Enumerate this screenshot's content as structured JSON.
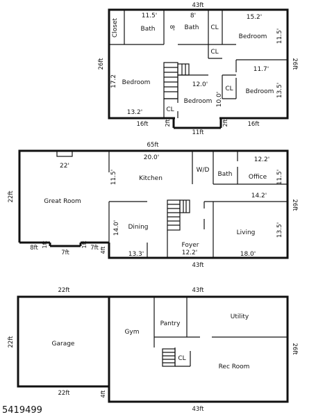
{
  "upper_floor": {
    "rooms": {
      "closet": "Closet",
      "bath_a": "Bath",
      "bath_b": "Bath",
      "bedroom_ne": "Bedroom",
      "bedroom_w": "Bedroom",
      "bedroom_c": "Bedroom",
      "bedroom_se": "Bedroom",
      "cl_1": "CL",
      "cl_2": "CL",
      "cl_3": "CL",
      "cl_4": "CL"
    },
    "dims": {
      "top": "43ft",
      "bath_a_w": "11.5'",
      "bath_b_w": "8'",
      "bath_a_d": "8'",
      "bedroom_ne_w": "15.2'",
      "bedroom_ne_d": "11.5'",
      "left": "26ft",
      "right": "26ft",
      "bedroom_w_d": "17.2",
      "bedroom_w_w": "13.2'",
      "bedroom_c_w": "12.0'",
      "bedroom_c_d": "10.0'",
      "bedroom_se_w": "11.7'",
      "bedroom_se_d": "13.5'",
      "bottom_left": "16ft",
      "bottom_mid": "11ft",
      "bottom_right": "16ft",
      "notch_l": "2ft",
      "notch_r": "2ft"
    }
  },
  "main_floor": {
    "rooms": {
      "great_room": "Great Room",
      "kitchen": "Kitchen",
      "wd": "W/D",
      "bath": "Bath",
      "office": "Office",
      "dining": "Dining",
      "foyer": "Foyer",
      "living": "Living"
    },
    "dims": {
      "top": "65ft",
      "great_room_w": "22'",
      "kitchen_w": "20.0'",
      "kitchen_d": "11.5'",
      "office_w": "12.2'",
      "office_d": "11.5'",
      "left": "22ft",
      "right": "26ft",
      "living_w": "14.2'",
      "dining_d": "14.0'",
      "living_d": "13.5'",
      "dining_w": "13.3'",
      "foyer_w": "12.2'",
      "living_w2": "18.0'",
      "bottom": "43ft",
      "bottom_a": "8ft",
      "bottom_b": "7ft",
      "bottom_c": "7ft",
      "bottom_d": "4ft",
      "notch_a": "1ft",
      "notch_b": "1ft"
    }
  },
  "lower_floor": {
    "rooms": {
      "garage": "Garage",
      "gym": "Gym",
      "pantry": "Pantry",
      "utility": "Utility",
      "rec_room": "Rec Room",
      "cl": "CL"
    },
    "dims": {
      "garage_top": "22ft",
      "top": "43ft",
      "left": "22ft",
      "right": "26ft",
      "garage_bottom": "22ft",
      "step": "4ft",
      "bottom": "43ft"
    }
  },
  "listing_id": "5419499"
}
